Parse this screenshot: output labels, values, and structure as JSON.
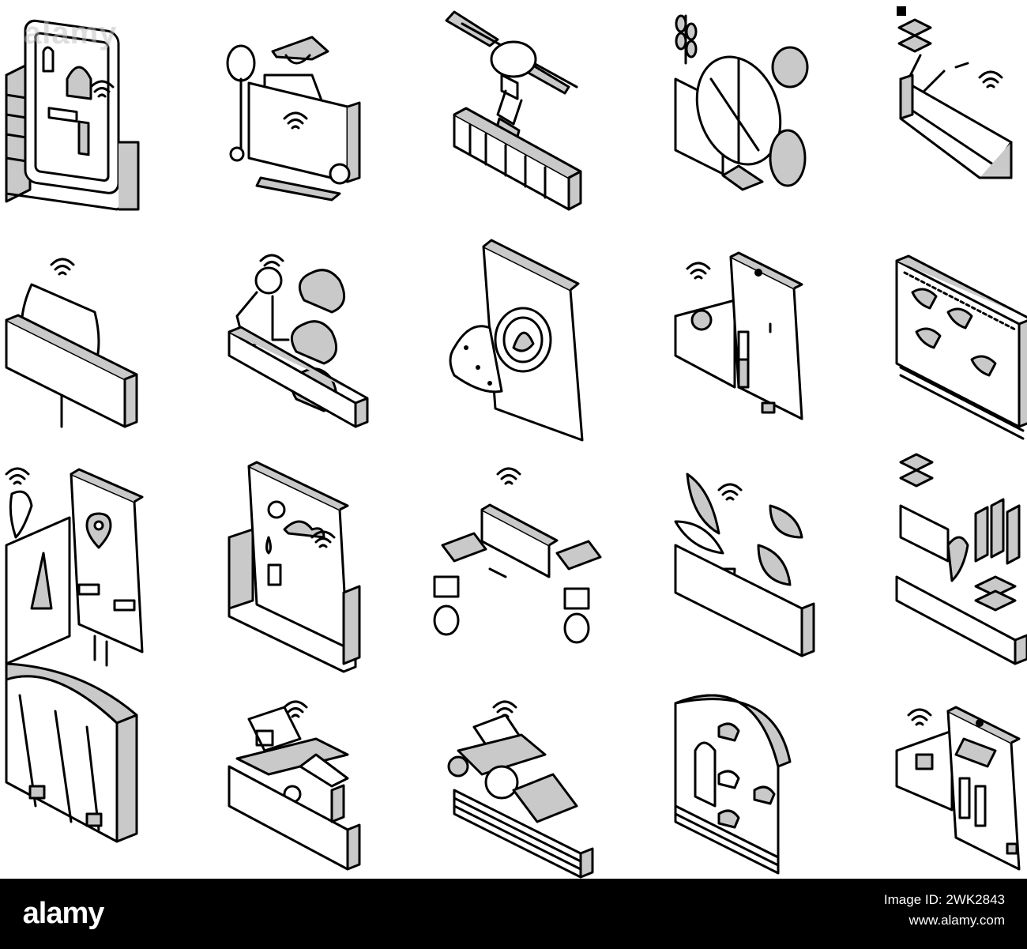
{
  "watermark": "alamy",
  "footer": {
    "brand": "alamy",
    "image_id_label": "Image ID: 2WK2843",
    "site": "www.alamy.com"
  },
  "colors": {
    "background": "#ffffff",
    "footer_background": "#000000",
    "footer_text": "#ffffff",
    "shade": "#c9c9c9",
    "outline": "#000000"
  },
  "icons": [
    {
      "name": "tablet-farm-map-icon"
    },
    {
      "name": "farmer-with-laptop-icon"
    },
    {
      "name": "crop-spraying-drone-icon"
    },
    {
      "name": "seed-and-wheat-analysis-icon"
    },
    {
      "name": "field-sensor-scanning-icon"
    },
    {
      "name": "field-monitor-sign-icon"
    },
    {
      "name": "farmer-with-plants-icon"
    },
    {
      "name": "fertilizer-bag-icon"
    },
    {
      "name": "smartphone-sensor-icon"
    },
    {
      "name": "hydroponic-greenhouse-icon"
    },
    {
      "name": "gps-crop-location-phone-icon"
    },
    {
      "name": "weather-forecast-tablet-icon"
    },
    {
      "name": "farm-robot-rover-icon"
    },
    {
      "name": "smart-plant-growth-icon"
    },
    {
      "name": "plant-data-statistics-icon"
    },
    {
      "name": "greenhouse-tunnel-icon"
    },
    {
      "name": "automated-harvester-icon"
    },
    {
      "name": "smart-tractor-field-icon"
    },
    {
      "name": "vertical-farm-arch-icon"
    },
    {
      "name": "phone-crop-delivery-icon"
    }
  ]
}
